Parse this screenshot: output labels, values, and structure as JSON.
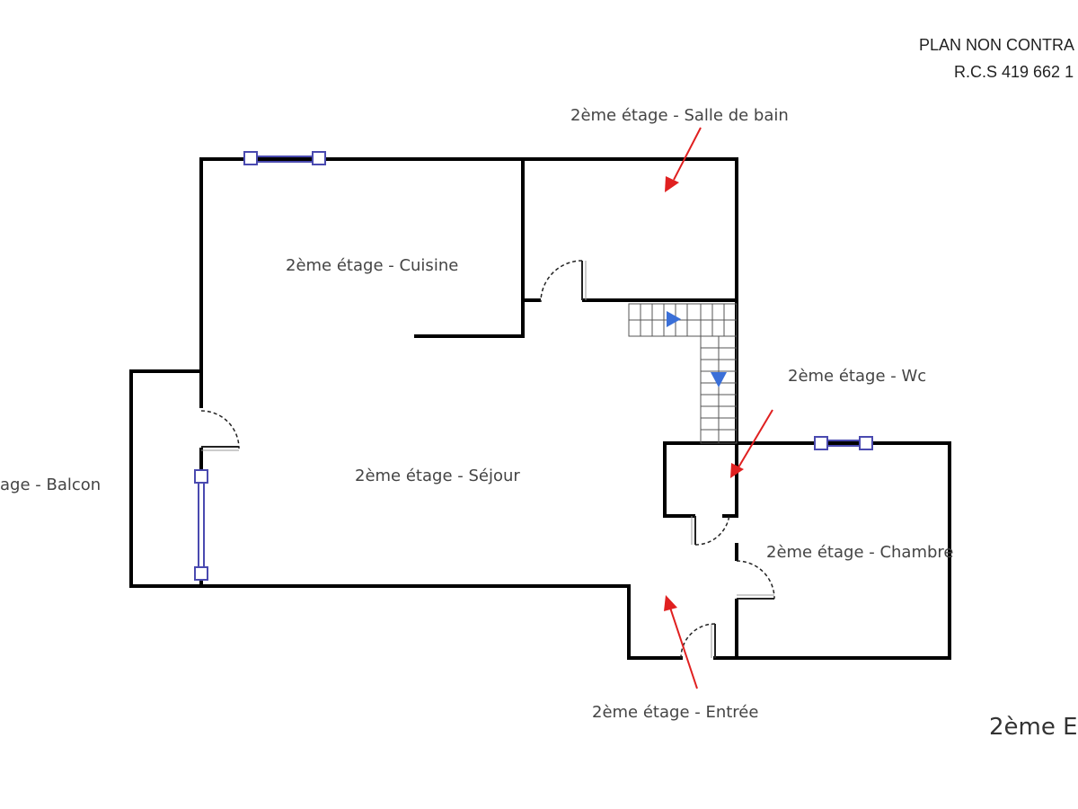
{
  "header": {
    "line1": "PLAN NON CONTRA",
    "line2": "R.C.S 419 662 1"
  },
  "floor_title": "2ème E",
  "rooms": {
    "salle_de_bain": "2ème étage - Salle de bain",
    "cuisine": "2ème étage - Cuisine",
    "wc": "2ème étage - Wc",
    "balcon": "age - Balcon",
    "sejour": "2ème étage - Séjour",
    "chambre": "2ème étage - Chambre",
    "entree": "2ème étage - Entrée"
  },
  "colors": {
    "wall": "#000000",
    "window": "#4a4ab0",
    "stair_arrow": "#3a6fd8",
    "pointer_arrow": "#e02020"
  },
  "icons": {
    "stair_arrows": "triangle-arrow-icon",
    "pointers": "red-arrow-icon"
  }
}
